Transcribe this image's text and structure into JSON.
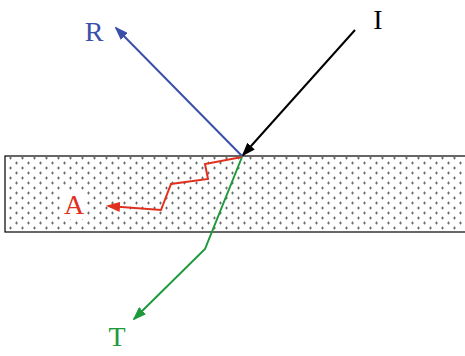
{
  "diagram": {
    "labels": [
      "R",
      "I",
      "A",
      "T"
    ]
  }
}
